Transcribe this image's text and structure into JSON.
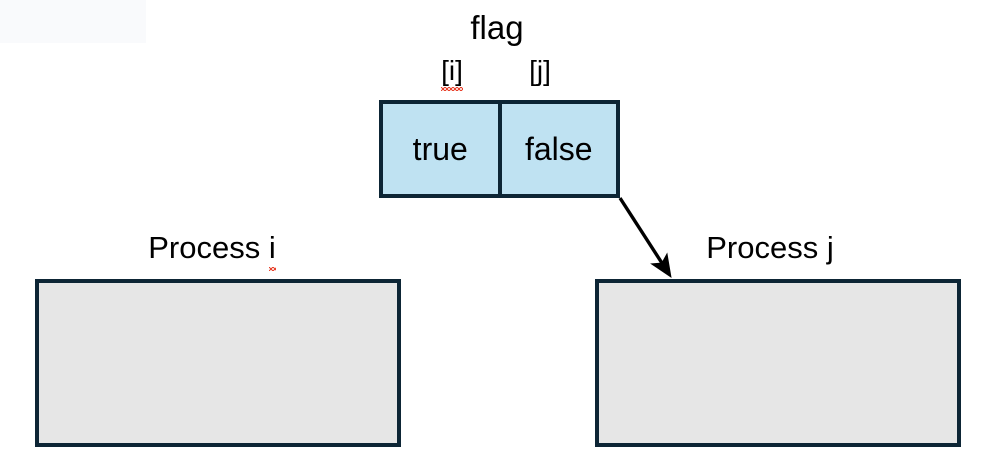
{
  "diagram": {
    "title": "flag",
    "array": {
      "name": "flag",
      "indices": [
        {
          "label": "[i]",
          "misspelled": true
        },
        {
          "label": "[j]",
          "misspelled": false
        }
      ],
      "cells": [
        {
          "index": "[i]",
          "value": "true"
        },
        {
          "index": "[j]",
          "value": "false"
        }
      ]
    },
    "processes": [
      {
        "label": "Process i",
        "misspelled_token": "i",
        "body": ""
      },
      {
        "label": "Process j",
        "misspelled_token": "",
        "body": ""
      }
    ],
    "arrow": {
      "from": "flag[j]",
      "to": "Process j",
      "head": "filled-triangle"
    },
    "colors": {
      "array_fill": "#bfe2f2",
      "border": "#0d2535",
      "process_fill": "#e6e6e6",
      "text": "#000000",
      "spellcheck_underline": "#e8412c",
      "corner_tint": "#f9fafc",
      "background": "#ffffff"
    }
  }
}
